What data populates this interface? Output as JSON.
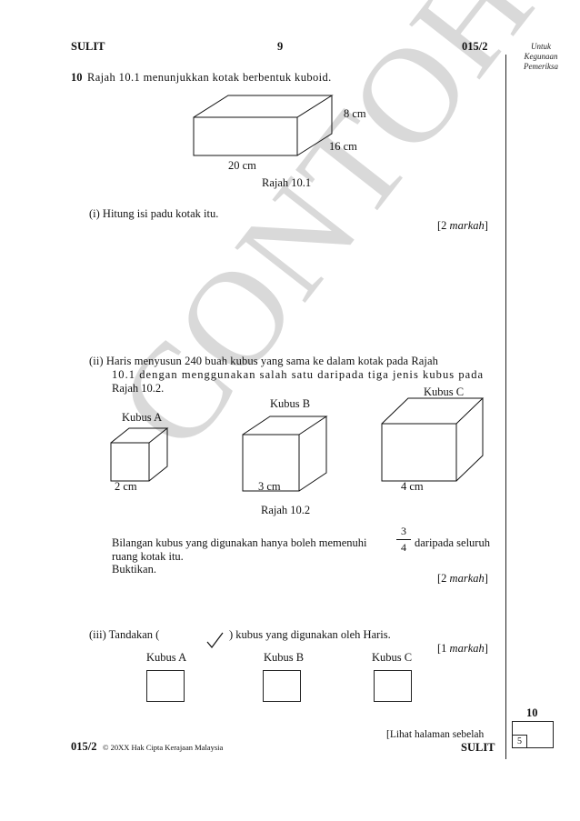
{
  "header": {
    "left": "SULIT",
    "page": "9",
    "code": "015/2"
  },
  "margin_note": {
    "line1": "Untuk",
    "line2": "Kegunaan",
    "line3": "Pemeriksa"
  },
  "watermark": "CONTOH",
  "question": {
    "number": "10",
    "intro": "Rajah 10.1 menunjukkan kotak berbentuk kuboid.",
    "fig1": {
      "height_label": "8 cm",
      "depth_label": "16 cm",
      "width_label": "20 cm",
      "caption": "Rajah 10.1"
    },
    "part_i": {
      "text": "(i) Hitung isi padu kotak itu.",
      "marks_open": "[2 ",
      "marks_word": "markah",
      "marks_close": "]"
    },
    "part_ii": {
      "line1": "(ii) Haris menyusun 240 buah kubus yang sama ke dalam kotak pada Rajah",
      "line2": "10.1 dengan menggunakan salah satu daripada tiga jenis kubus pada",
      "line3": "Rajah 10.2.",
      "cubes": [
        {
          "name": "Kubus A",
          "size": "2 cm"
        },
        {
          "name": "Kubus B",
          "size": "3 cm"
        },
        {
          "name": "Kubus C",
          "size": "4 cm"
        }
      ],
      "caption": "Rajah 10.2",
      "stmt_pre": "Bilangan kubus yang digunakan hanya boleh memenuhi",
      "frac_num": "3",
      "frac_den": "4",
      "stmt_post": "daripada seluruh",
      "stmt_line2": "ruang kotak itu.",
      "stmt_line3": "Buktikan.",
      "marks_open": "[2 ",
      "marks_word": "markah",
      "marks_close": "]"
    },
    "part_iii": {
      "text_pre": "(iii) Tandakan (",
      "text_post": ") kubus yang digunakan oleh Haris.",
      "marks_open": "[1 ",
      "marks_word": "markah",
      "marks_close": "]",
      "options": [
        "Kubus A",
        "Kubus B",
        "Kubus C"
      ]
    }
  },
  "score": {
    "total": "10",
    "question_no": "5"
  },
  "footer": {
    "code": "015/2",
    "copyright": "© 20XX Hak Cipta Kerajaan Malaysia",
    "next1": "[Lihat halaman sebelah",
    "next2": "SULIT"
  }
}
